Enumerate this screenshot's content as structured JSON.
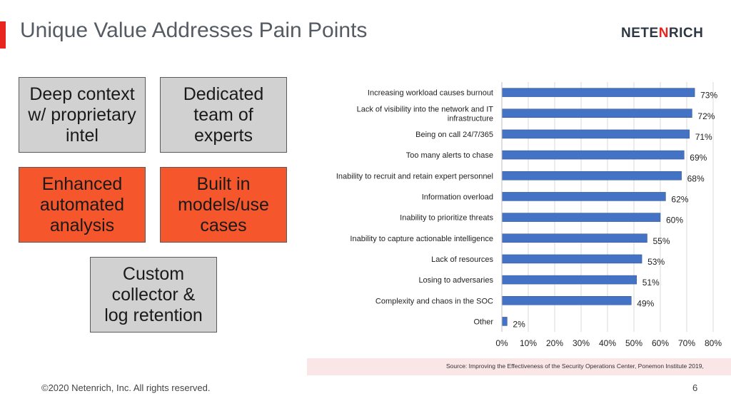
{
  "slide": {
    "title": "Unique Value Addresses Pain Points",
    "logo_prefix": "NETE",
    "logo_mark": "N",
    "logo_suffix": "RICH",
    "footer": "©2020 Netenrich, Inc. All rights reserved.",
    "page_number": "6",
    "source": "Source: Improving the Effectiveness of  the Security Operations Center, Ponemon Institute 2019,"
  },
  "colors": {
    "accent": "#e8251f",
    "box_gray": "#d1d1d1",
    "box_orange": "#f5562b",
    "bar_fill": "#4472c4"
  },
  "boxes": [
    {
      "id": "deep-context",
      "label": "Deep context\nw/ proprietary\nintel",
      "style": "gray"
    },
    {
      "id": "dedicated-team",
      "label": "Dedicated\nteam of\nexperts",
      "style": "gray"
    },
    {
      "id": "enhanced-analysis",
      "label": "Enhanced\nautomated\nanalysis",
      "style": "orange"
    },
    {
      "id": "built-in-models",
      "label": "Built in\nmodels/use\ncases",
      "style": "orange"
    },
    {
      "id": "custom-collector",
      "label": "Custom\ncollector &\nlog retention",
      "style": "gray"
    }
  ],
  "chart_data": {
    "type": "bar",
    "orientation": "horizontal",
    "categories": [
      "Increasing workload causes burnout",
      "Lack of visibility into the network and IT infrastructure",
      "Being on call 24/7/365",
      "Too many alerts to chase",
      "Inability to recruit and retain expert personnel",
      "Information overload",
      "Inability to prioritize threats",
      "Inability to capture actionable intelligence",
      "Lack of resources",
      "Losing to adversaries",
      "Complexity and chaos in the SOC",
      "Other"
    ],
    "category_lines": [
      [
        "Increasing workload causes burnout"
      ],
      [
        "Lack of visibility into the network and IT",
        "infrastructure"
      ],
      [
        "Being on call 24/7/365"
      ],
      [
        "Too many alerts to chase"
      ],
      [
        "Inability to recruit and retain expert personnel"
      ],
      [
        "Information overload"
      ],
      [
        "Inability to prioritize threats"
      ],
      [
        "Inability to capture actionable intelligence"
      ],
      [
        "Lack of resources"
      ],
      [
        "Losing to adversaries"
      ],
      [
        "Complexity and chaos in the SOC"
      ],
      [
        "Other"
      ]
    ],
    "values": [
      73,
      72,
      71,
      69,
      68,
      62,
      60,
      55,
      53,
      51,
      49,
      2
    ],
    "value_labels": [
      "73%",
      "72%",
      "71%",
      "69%",
      "68%",
      "62%",
      "60%",
      "55%",
      "53%",
      "51%",
      "49%",
      "2%"
    ],
    "xlim": [
      0,
      80
    ],
    "xticks": [
      0,
      10,
      20,
      30,
      40,
      50,
      60,
      70,
      80
    ],
    "xtick_labels": [
      "0%",
      "10%",
      "20%",
      "30%",
      "40%",
      "50%",
      "60%",
      "70%",
      "80%"
    ],
    "grid": true,
    "legend": "none"
  }
}
